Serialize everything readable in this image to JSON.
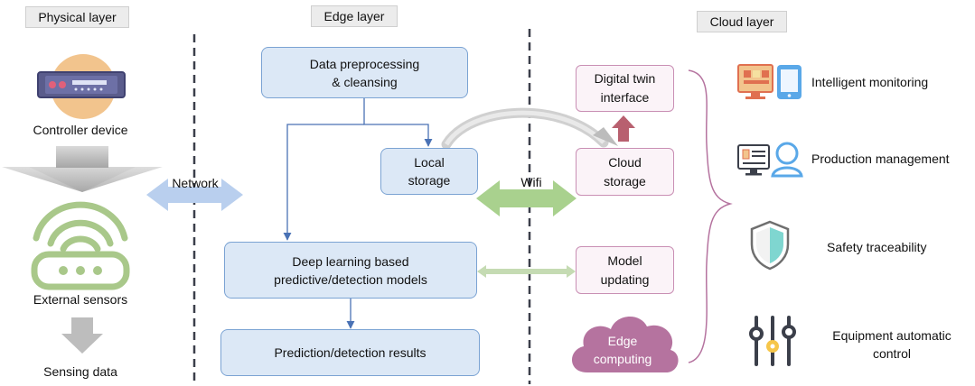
{
  "layers": {
    "physical": "Physical layer",
    "edge": "Edge layer",
    "cloud": "Cloud layer"
  },
  "physical": {
    "controller": "Controller device",
    "sensors": "External sensors",
    "sensing": "Sensing data"
  },
  "edge": {
    "preprocess": "Data preprocessing\n& cleansing",
    "local_storage": "Local\nstorage",
    "deep_learning": "Deep learning based\npredictive/detection models",
    "results": "Prediction/detection results"
  },
  "links": {
    "network": "Network",
    "wifi": "Wifi"
  },
  "cloud": {
    "digital_twin": "Digital twin\ninterface",
    "cloud_storage": "Cloud\nstorage",
    "model_updating": "Model\nupdating",
    "edge_computing": "Edge\ncomputing"
  },
  "apps": [
    {
      "label": "Intelligent monitoring",
      "icon": "monitoring-icon"
    },
    {
      "label": "Production management",
      "icon": "production-management-icon"
    },
    {
      "label": "Safety traceability",
      "icon": "shield-icon"
    },
    {
      "label": "Equipment automatic\ncontrol",
      "icon": "sliders-icon"
    }
  ],
  "colors": {
    "blue_fill": "#dce8f6",
    "blue_border": "#7ba3d3",
    "pink_fill": "#fbf3f8",
    "pink_border": "#c98fb4",
    "green_arrow": "#a9d18e",
    "cloud_purple": "#b5739f"
  }
}
